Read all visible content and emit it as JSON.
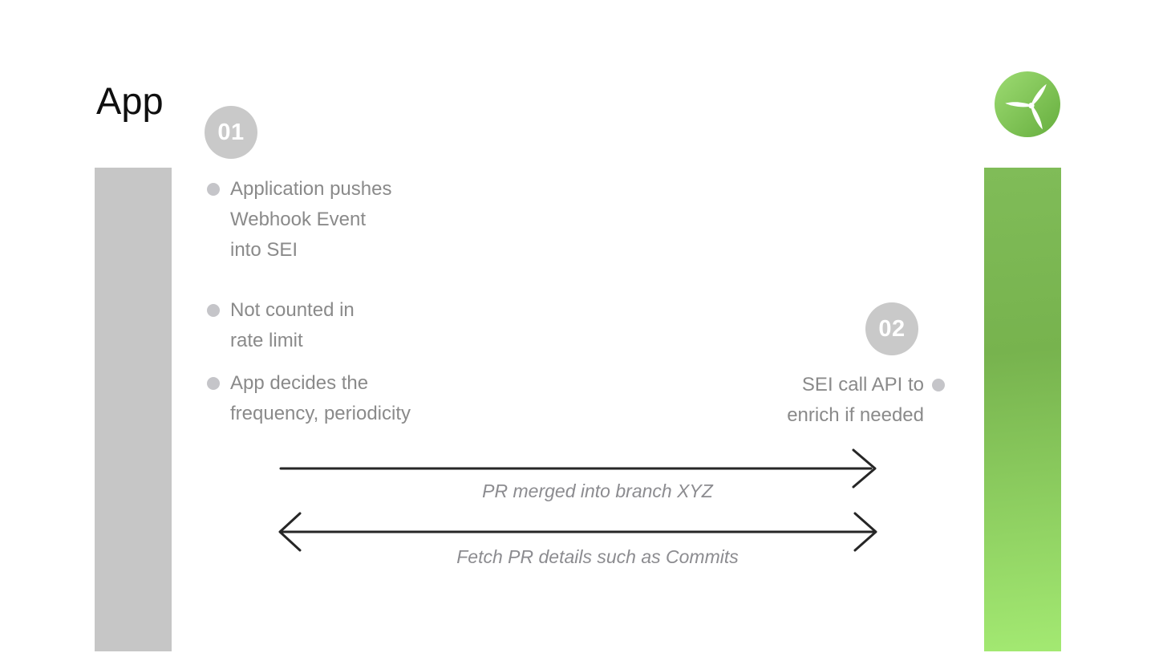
{
  "title": "App",
  "steps": {
    "one": "01",
    "two": "02"
  },
  "app_bullets": [
    {
      "lines": [
        "Application pushes",
        "Webhook Event",
        "into SEI"
      ]
    },
    {
      "lines": [
        "Not counted in",
        "rate limit"
      ]
    },
    {
      "lines": [
        "App decides the",
        "frequency, periodicity"
      ]
    }
  ],
  "sei_bullet": {
    "lines": [
      "SEI call API to",
      "enrich if needed"
    ]
  },
  "arrows": [
    {
      "label": "PR merged into branch XYZ",
      "direction": "right"
    },
    {
      "label": "Fetch PR details such as Commits",
      "direction": "both"
    }
  ],
  "icons": {
    "logo": "propeller-icon"
  },
  "colors": {
    "rail_gray": "#c6c6c6",
    "rail_green_top": "#7fbb57",
    "rail_green_bottom": "#a3e972",
    "badge_gray": "#c9c9c9",
    "bullet_dot_gray": "#c5c5c9",
    "body_text_gray": "#8a8a8a",
    "label_gray": "#8c8c90",
    "arrow_black": "#262626",
    "logo_green_light": "#9ddb72",
    "logo_green_dark": "#66ae3e",
    "title_black": "#0f0f0f"
  }
}
